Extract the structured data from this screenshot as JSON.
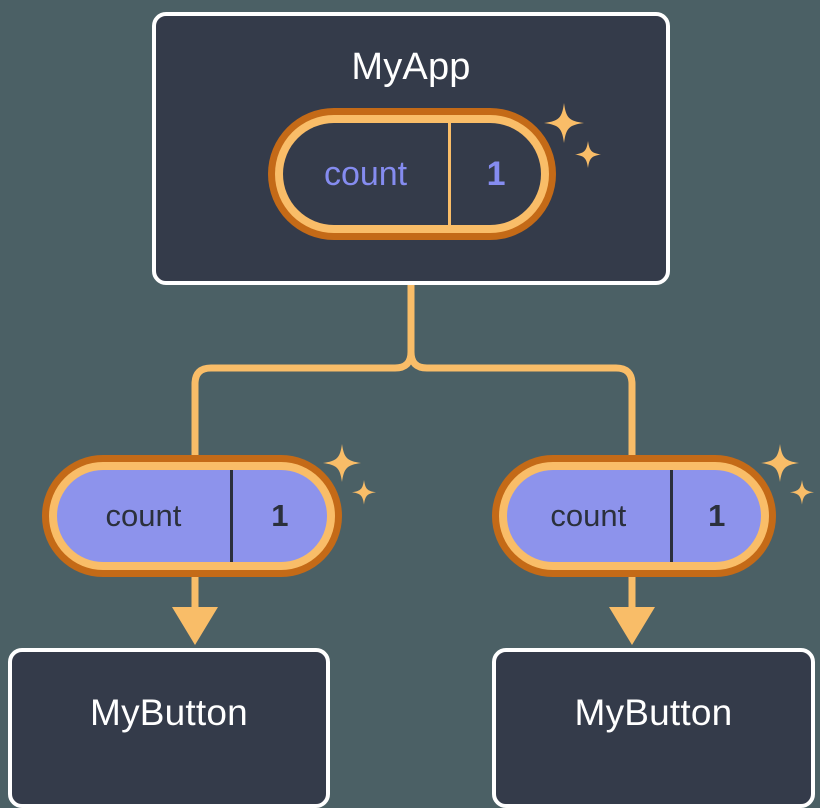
{
  "diagram": {
    "title": "MyApp",
    "background_color": "#4b6065",
    "card_background_color": "#343b4a",
    "card_border_color": "#ffffff",
    "ring_outer_color": "#c46a17",
    "ring_inner_color": "#f9bd68",
    "connector_color": "#f9bd68",
    "pill_fill_color": "#8d93ec",
    "pill_dark_text_color": "#858cf0",
    "pill_fill_text_color": "#2b303c"
  },
  "root": {
    "label": "MyApp",
    "state": {
      "key": "count",
      "value": "1"
    }
  },
  "children": [
    {
      "label": "MyButton",
      "state": {
        "key": "count",
        "value": "1"
      }
    },
    {
      "label": "MyButton",
      "state": {
        "key": "count",
        "value": "1"
      }
    }
  ],
  "icons": {
    "sparkle_large": "sparkle-icon",
    "sparkle_small": "sparkle-icon",
    "arrow": "arrow-down-icon"
  }
}
